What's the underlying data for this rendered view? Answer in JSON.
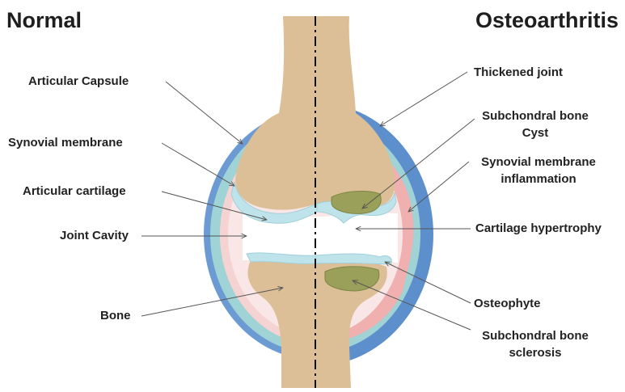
{
  "titles": {
    "left": "Normal",
    "right": "Osteoarthritis"
  },
  "left_labels": [
    "Articular Capsule",
    "Synovial  membrane",
    "Articular cartilage",
    "Joint Cavity",
    "Bone"
  ],
  "right_labels": [
    "Thickened joint",
    "Subchondral bone\nCyst",
    "Synovial membrane\ninflammation",
    "Cartilage hypertrophy",
    "Osteophyte",
    "Subchondral bone\nsclerosis"
  ],
  "colors": {
    "capsule_outer": "#6b9bd2",
    "capsule_inner": "#9fd3d6",
    "synovial": "#f2b8b8",
    "cavity": "#ffffff",
    "bone": "#dcbf96",
    "cartilage": "#bfe3ea",
    "lesion": "#9aa05a",
    "pointer": "#555555",
    "midline": "#111111"
  }
}
